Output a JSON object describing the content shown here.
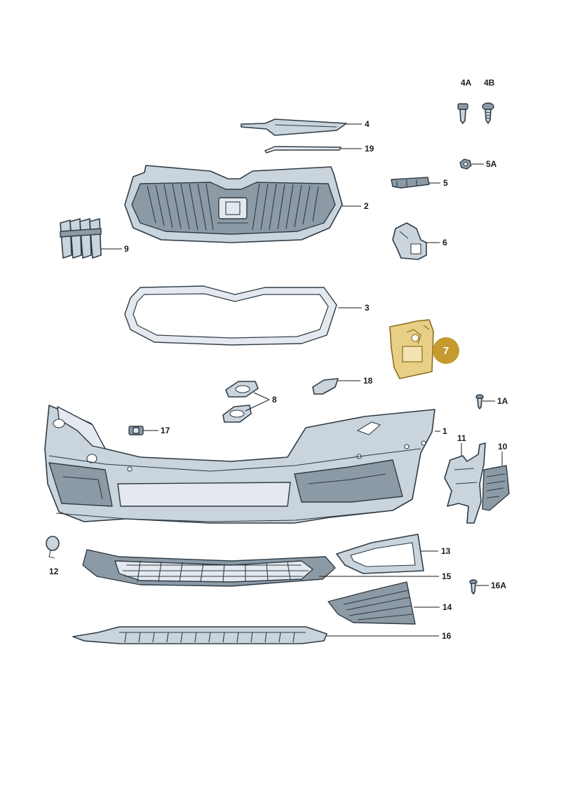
{
  "callouts": {
    "c1": "1",
    "c1A": "1A",
    "c2": "2",
    "c3": "3",
    "c4": "4",
    "c4A": "4A",
    "c4B": "4B",
    "c5": "5",
    "c5A": "5A",
    "c6": "6",
    "c7": "7",
    "c8": "8",
    "c9": "9",
    "c10": "10",
    "c11": "11",
    "c12": "12",
    "c13": "13",
    "c14": "14",
    "c15": "15",
    "c16": "16",
    "c16A": "16A",
    "c17": "17",
    "c18": "18",
    "c19": "19"
  },
  "colors": {
    "highlight_fill": "#c59a2e",
    "highlight_part": "#e9cf86",
    "part_fill": "#c9d4dd",
    "outline": "#2f3b45"
  },
  "highlighted_part": "7"
}
